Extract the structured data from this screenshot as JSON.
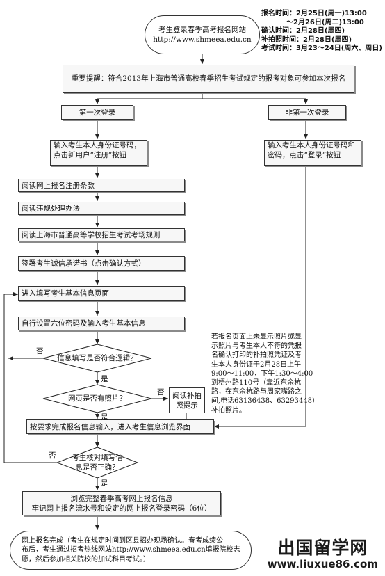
{
  "start": {
    "title": "考生登录春季高考报名网站",
    "url": "http://www.shmeea.edu.cn"
  },
  "schedule": [
    {
      "label": "报名时间：",
      "value": "2月25日(周一)13:00"
    },
    {
      "label": "",
      "value": "～2月26日(周二)13:00"
    },
    {
      "label": "确认时间：",
      "value": "2月28日(周四)"
    },
    {
      "label": "补拍照时间：",
      "value": "2月28日(周四)"
    },
    {
      "label": "考试时间：",
      "value": "3月23～24日(周六、周日)"
    }
  ],
  "reminder": "重要提醒：符合2013年上海市普通高校春季招生考试规定的报考对象可参加本次报名",
  "first_login": "第一次登录",
  "repeat_login": "非第一次登录",
  "steps": {
    "enter_id_new": [
      "输入考生本人身份证号码，",
      "点击新用户“注册”按钮"
    ],
    "enter_id_repeat": [
      "输入考生本人身份证号码和",
      "密码，点击“登录”按钮"
    ],
    "read_terms": "阅读网上报名注册条款",
    "read_violations": "阅读违规处理办法",
    "read_rules": "阅读上海市普通高等学校招生考试考场规则",
    "sign_pledge": "签署考生诚信承诺书（点击确认方式）",
    "basic_info_page": "进入填写考生基本信息页面",
    "set_password": "自行设置六位密码及输入考生基本信息",
    "check_logic": "信息填写是否符合逻辑？",
    "check_photo": "网页是否有照片？",
    "read_retake": [
      "阅读补拍",
      "照提示"
    ],
    "complete_info": "按要求完成报名信息输入，进入考生信息浏览界面",
    "verify_info": [
      "考生核对填写信",
      "息是否正确？"
    ],
    "browse_info": [
      "浏览完整春季高考网上报名信息",
      "牢记网上报名流水号和设定的网上报名登录密码（6位）"
    ],
    "finish": [
      "网上报名完成（考生在规定时间到区县招办现场确认。春考成绩公",
      "布后，考生通过招考热线网站http://www.shmeea.edu.cn填报院校志",
      "愿，然后参加相关院校的加试科目考试。）"
    ]
  },
  "labels": {
    "yes": "是",
    "no": "否"
  },
  "photo_note": [
    "若报名页面上未显示照片或显",
    "示照片与考生本人不符的凭报",
    "名确认打印的补拍照凭证及考",
    "生本人身份证于2月28日上午",
    "9:00～11:00，下午1:30～4:00",
    "到梧州路110号（靠近东余杭",
    "路，在东余杭路与周家嘴路之",
    "间,电话63136438、63293448）",
    "补拍照片。"
  ],
  "watermark": {
    "title": "出国留学网",
    "url": "www.liuxue86.com"
  }
}
